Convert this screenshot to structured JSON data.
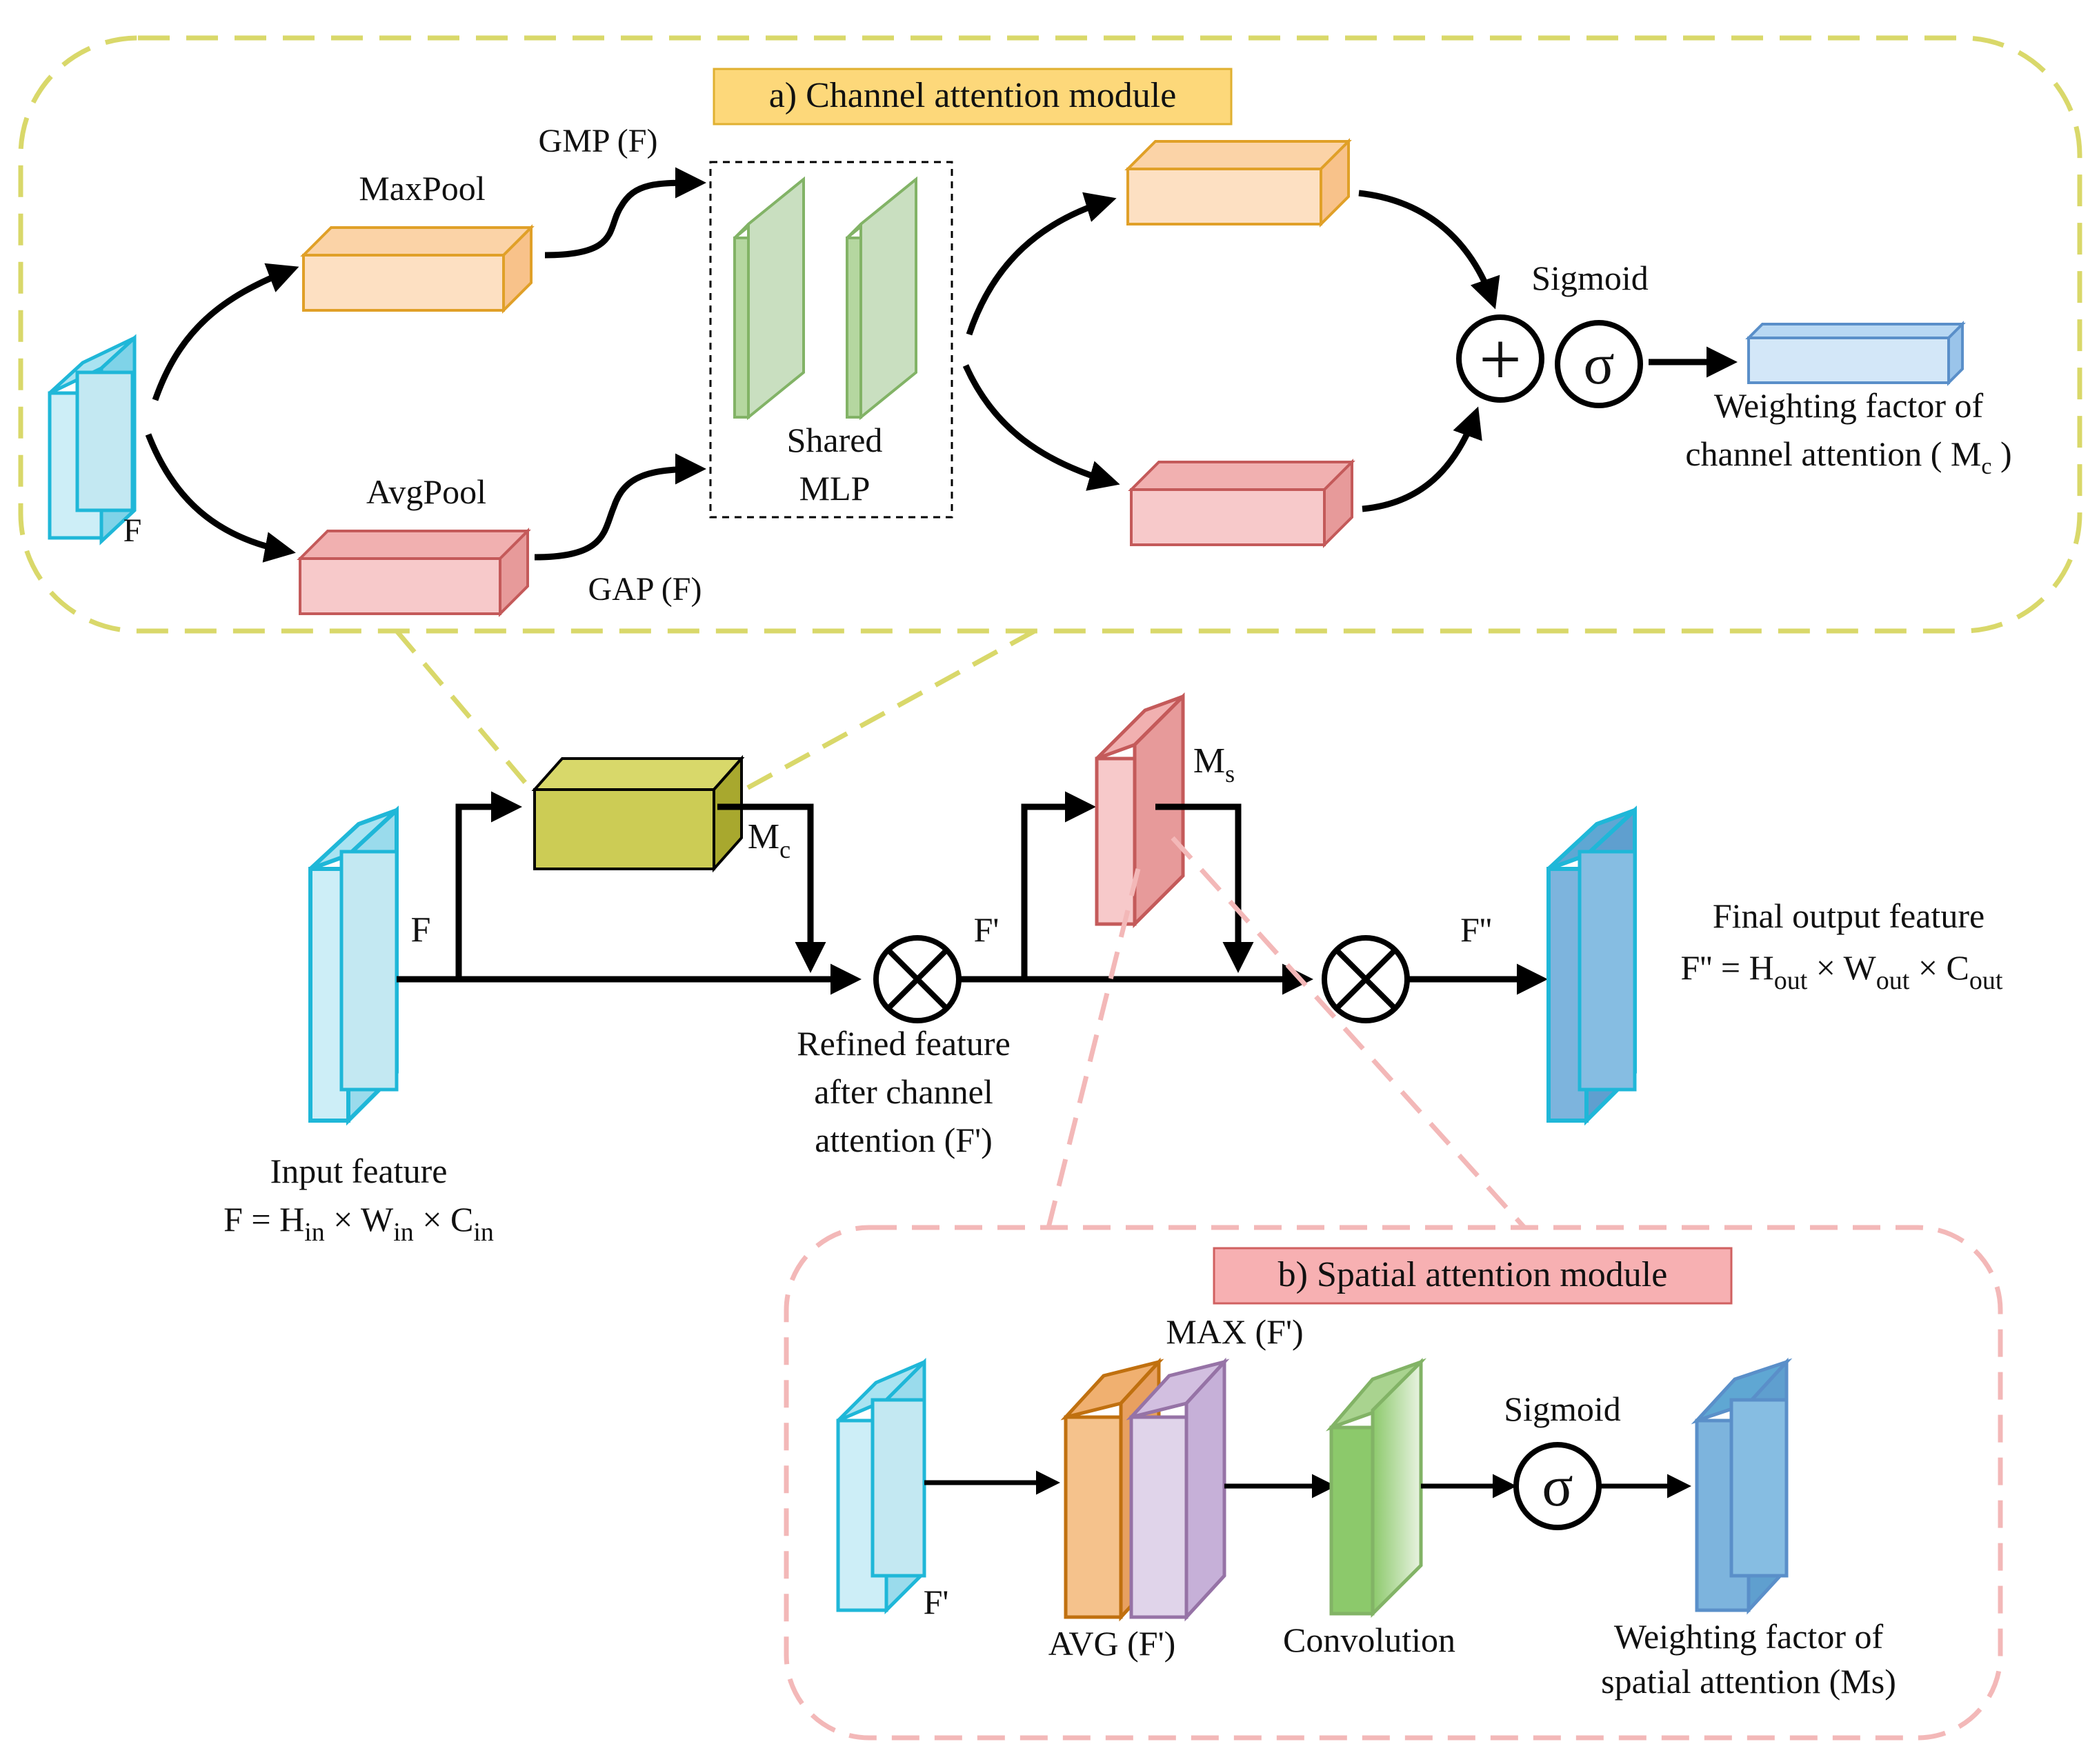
{
  "channel_module": {
    "title": "a) Channel attention module",
    "maxpool": "MaxPool",
    "avgpool": "AvgPool",
    "gmp": "GMP (F)",
    "gap": "GAP (F)",
    "input": "F",
    "mlp_line1": "Shared",
    "mlp_line2": "MLP",
    "sigmoid": "Sigmoid",
    "plus": "+",
    "sigma": "σ",
    "output_line1": "Weighting factor of",
    "output_line2_pre": "channel attention ( M",
    "output_line2_sub": "c",
    "output_line2_post": " )"
  },
  "main_flow": {
    "input_label": "F",
    "mc_main": "M",
    "mc_sub": "c",
    "ms_main": "M",
    "ms_sub": "s",
    "f_prime": "F'",
    "f_double_prime": "F''",
    "refined_line1": "Refined feature",
    "refined_line2": "after channel",
    "refined_line3": "attention (F')",
    "input_caption": "Input feature",
    "input_formula": {
      "a": "F = H",
      "a_sub": "in",
      "b": " × W",
      "b_sub": "in",
      "c": " × C",
      "c_sub": "in"
    },
    "final_caption": "Final output feature",
    "final_formula": {
      "a": "F'' = H",
      "a_sub": "out",
      "b": " ×  W",
      "b_sub": "out",
      "c": " × C",
      "c_sub": "out"
    }
  },
  "spatial_module": {
    "title": "b) Spatial attention module",
    "max_label": "MAX (F')",
    "avg_label": "AVG (F')",
    "input": "F'",
    "conv": "Convolution",
    "sigmoid": "Sigmoid",
    "sigma": "σ",
    "output_line1": "Weighting factor of",
    "output_line2": "spatial attention (Ms)"
  },
  "colors": {
    "channel_border": "#d9d86a",
    "spatial_border": "#f3b8b8",
    "orange_fill": "#fde0c2",
    "orange_stroke": "#e0a028",
    "red_fill": "#f7c9ca",
    "red_stroke": "#c45a5a",
    "green_fill": "#c9dfc0",
    "green_stroke": "#82b366",
    "cyan_fill": "#cdeef7",
    "cyan_stroke": "#1fb7d8",
    "olive_fill": "#cccc55",
    "blue_fill": "#7db4dd",
    "purple_fill": "#e0d4ea",
    "purple_stroke": "#9673a6"
  }
}
